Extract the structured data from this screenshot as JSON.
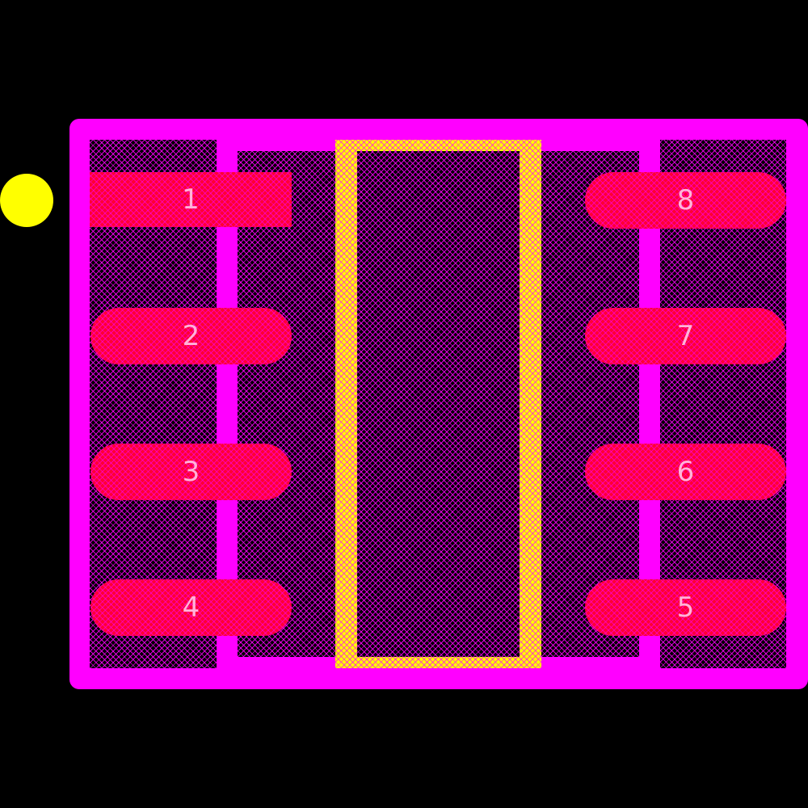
{
  "footprint": {
    "colors": {
      "background": "#000000",
      "outline": "#ff00ff",
      "pad": "#ff0033",
      "thermal_pad_outline": "#ffff00",
      "pin1_marker": "#ffff00",
      "pad_label": "#ffb3d9"
    },
    "pin1_marker": {
      "shape": "circle"
    },
    "pads": [
      {
        "number": "1",
        "side": "left",
        "shape": "rectangle"
      },
      {
        "number": "2",
        "side": "left",
        "shape": "rounded"
      },
      {
        "number": "3",
        "side": "left",
        "shape": "rounded"
      },
      {
        "number": "4",
        "side": "left",
        "shape": "rounded"
      },
      {
        "number": "5",
        "side": "right",
        "shape": "rounded"
      },
      {
        "number": "6",
        "side": "right",
        "shape": "rounded"
      },
      {
        "number": "7",
        "side": "right",
        "shape": "rounded"
      },
      {
        "number": "8",
        "side": "right",
        "shape": "rounded"
      }
    ]
  }
}
